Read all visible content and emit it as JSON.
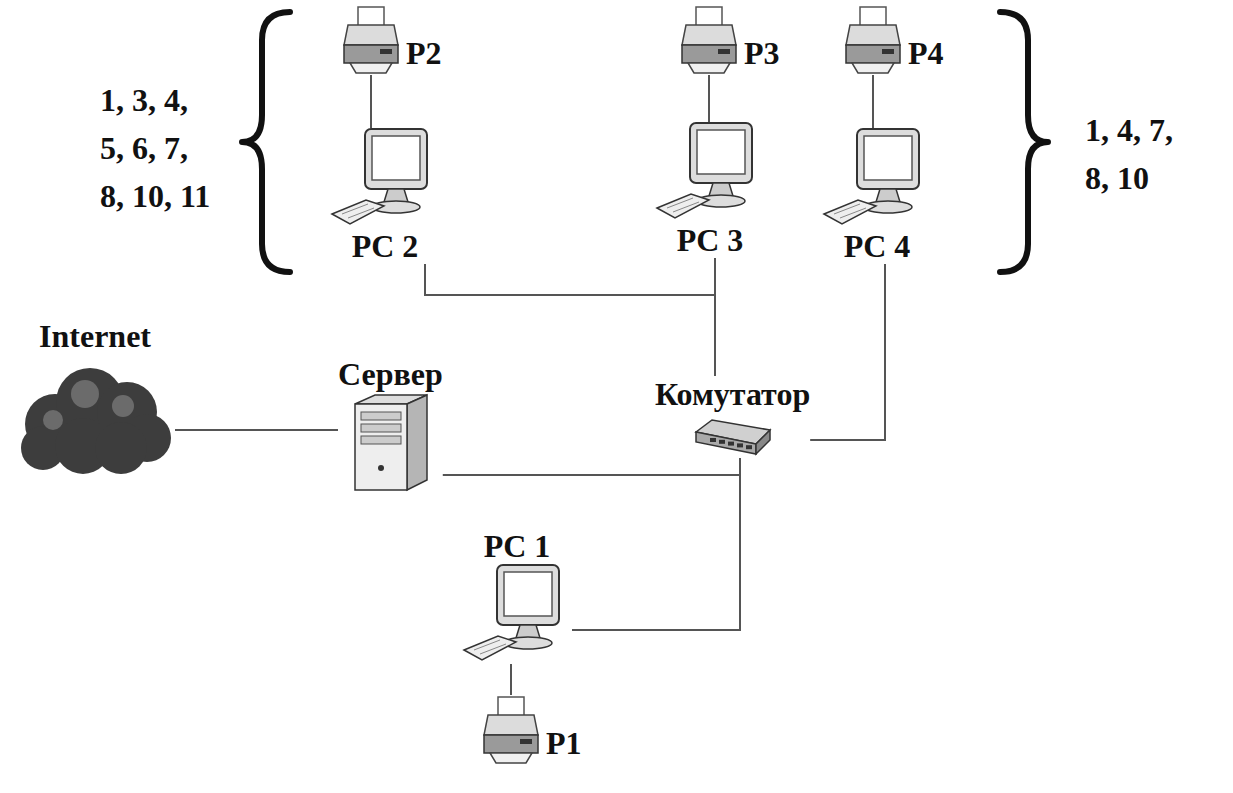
{
  "diagram": {
    "nodes": [
      {
        "text": [
          "P2"
        ]
      },
      {
        "text": [
          "P3"
        ]
      },
      {
        "text": [
          "P4"
        ]
      },
      {
        "text": [
          "PC 2"
        ]
      },
      {
        "text": [
          "PC 3"
        ]
      },
      {
        "text": [
          "PC 4"
        ]
      },
      {
        "text": [
          "Internet"
        ]
      },
      {
        "text": [
          "Сервер"
        ]
      },
      {
        "text": [
          "Комутатор"
        ]
      },
      {
        "text": [
          "PC 1"
        ]
      },
      {
        "text": [
          "P1"
        ]
      }
    ],
    "edges": [
      {
        "from": 0,
        "to": 3,
        "arrow": "none"
      },
      {
        "from": 1,
        "to": 4,
        "arrow": "none"
      },
      {
        "from": 2,
        "to": 5,
        "arrow": "none"
      },
      {
        "from": 3,
        "to": 8,
        "arrow": "none"
      },
      {
        "from": 4,
        "to": 8,
        "arrow": "none"
      },
      {
        "from": 5,
        "to": 8,
        "arrow": "none"
      },
      {
        "from": 6,
        "to": 7,
        "arrow": "none"
      },
      {
        "from": 7,
        "to": 8,
        "arrow": "none"
      },
      {
        "from": 9,
        "to": 8,
        "arrow": "none"
      },
      {
        "from": 9,
        "to": 10,
        "arrow": "none"
      }
    ],
    "labels": [
      "1, 3, 4, 5, 6, 7, 8, 10, 11",
      "1, 4, 7, 8, 10"
    ]
  }
}
